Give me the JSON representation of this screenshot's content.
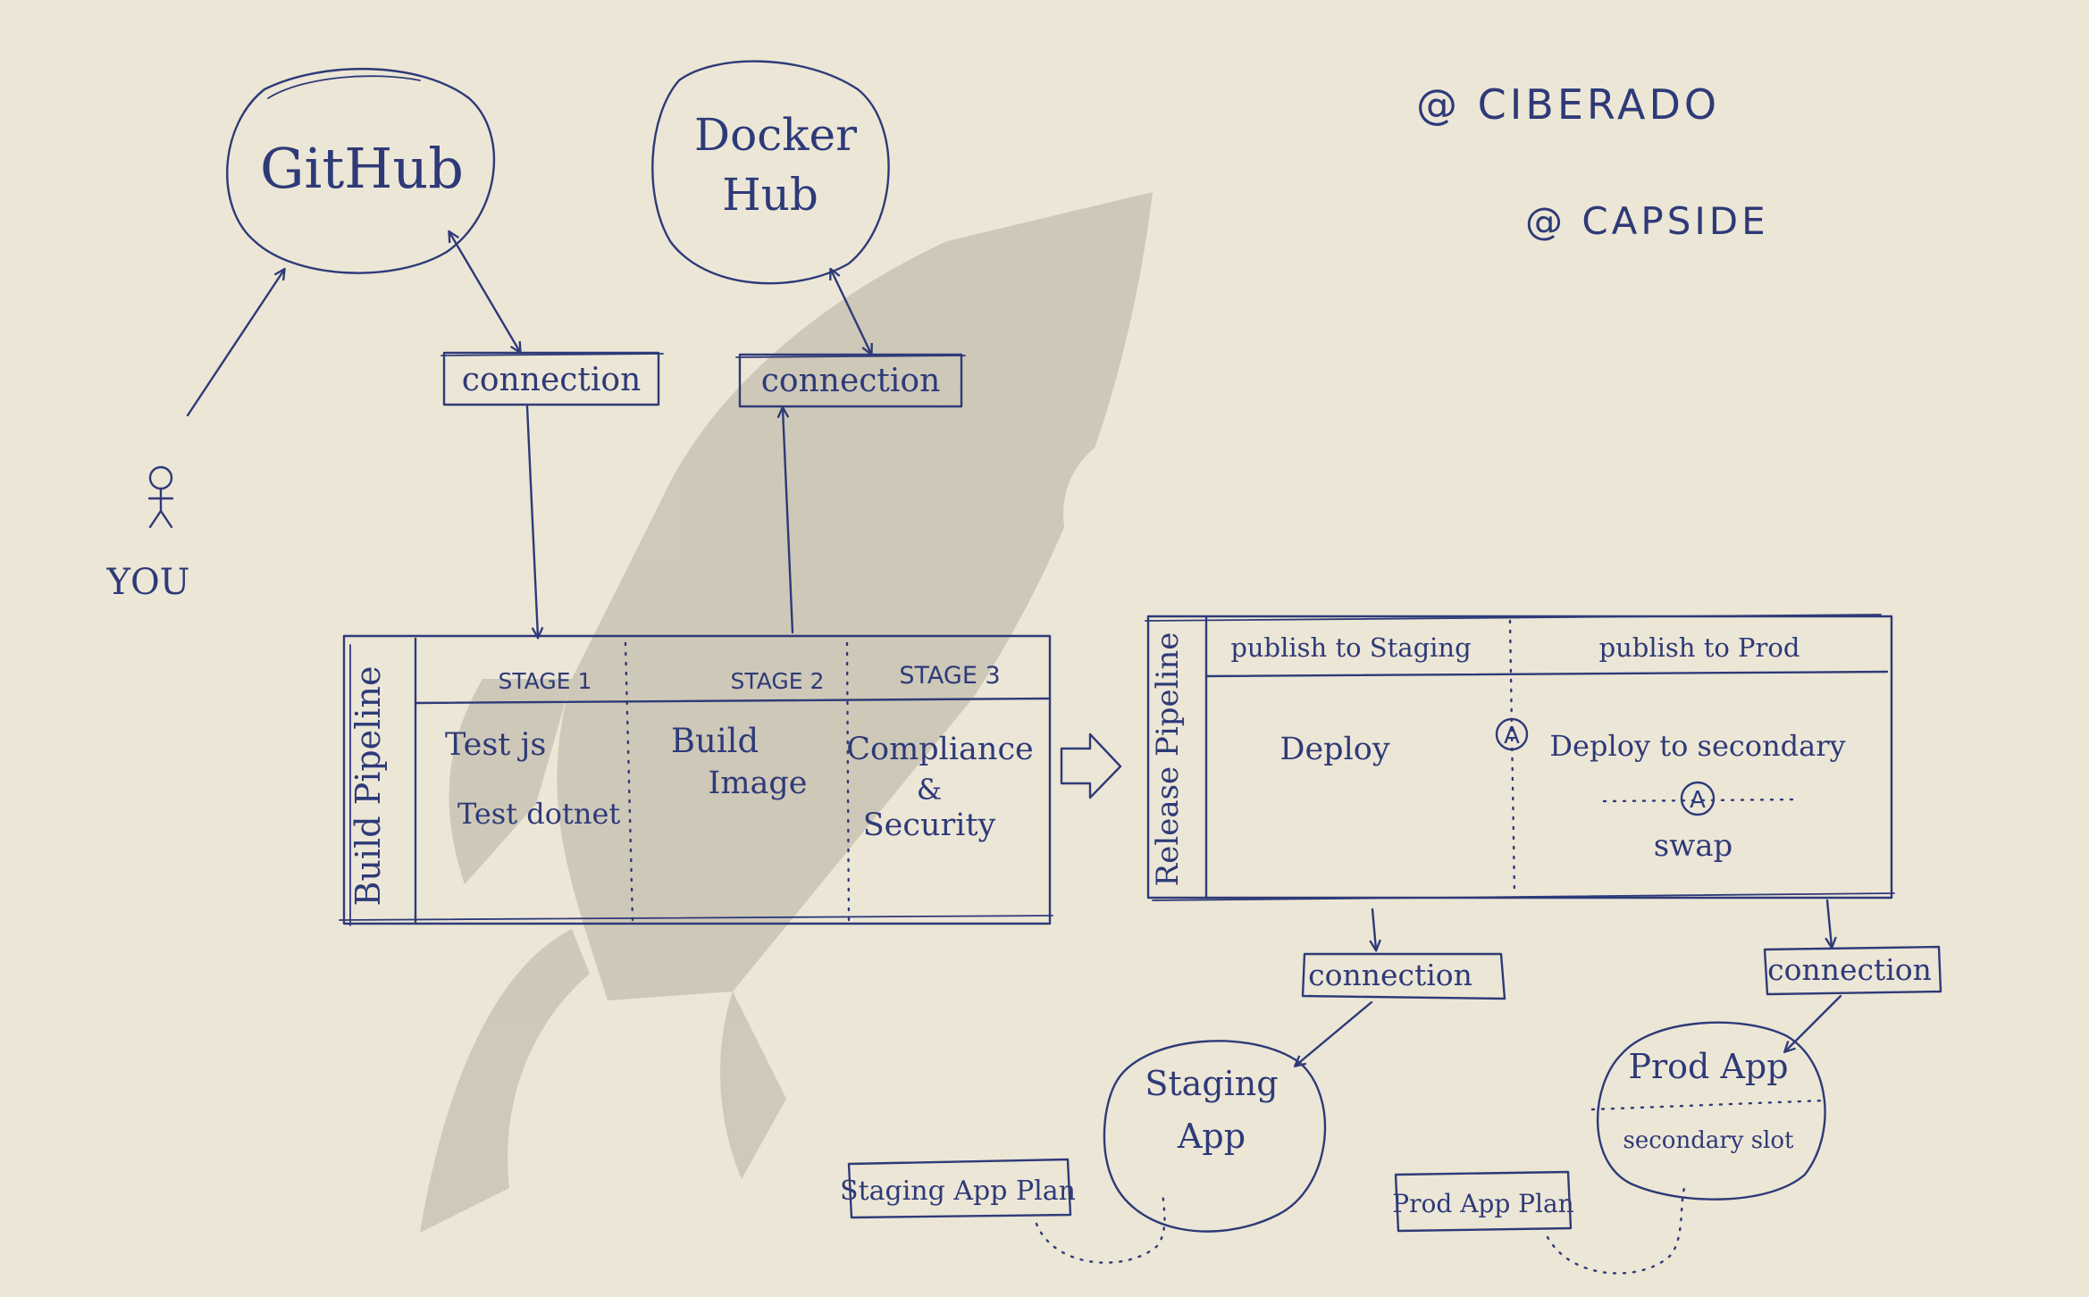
{
  "credits": {
    "handle_1": "@ CIBERADO",
    "handle_2": "@ CAPSIDE"
  },
  "actors": {
    "user": "YOU"
  },
  "services": {
    "github": "GitHub",
    "dockerhub_line1": "Docker",
    "dockerhub_line2": "Hub"
  },
  "connections": {
    "github": "connection",
    "dockerhub": "connection",
    "staging": "connection",
    "prod": "connection"
  },
  "build_pipeline": {
    "title": "Build Pipeline",
    "stages": [
      {
        "header": "STAGE 1",
        "lines": [
          "Test js",
          "Test dotnet"
        ]
      },
      {
        "header": "STAGE 2",
        "lines": [
          "Build",
          "Image"
        ]
      },
      {
        "header": "STAGE 3",
        "lines": [
          "Compliance",
          "&",
          "Security"
        ]
      }
    ]
  },
  "release_pipeline": {
    "title": "Release Pipeline",
    "staging_header": "publish to Staging",
    "prod_header": "publish to Prod",
    "staging_task": "Deploy",
    "approval_marker": "A",
    "prod_task": "Deploy to secondary",
    "swap_task": "swap"
  },
  "apps": {
    "staging_line1": "Staging",
    "staging_line2": "App",
    "staging_plan": "Staging App Plan",
    "prod": "Prod App",
    "prod_slot": "secondary slot",
    "prod_plan": "Prod App Plan"
  }
}
